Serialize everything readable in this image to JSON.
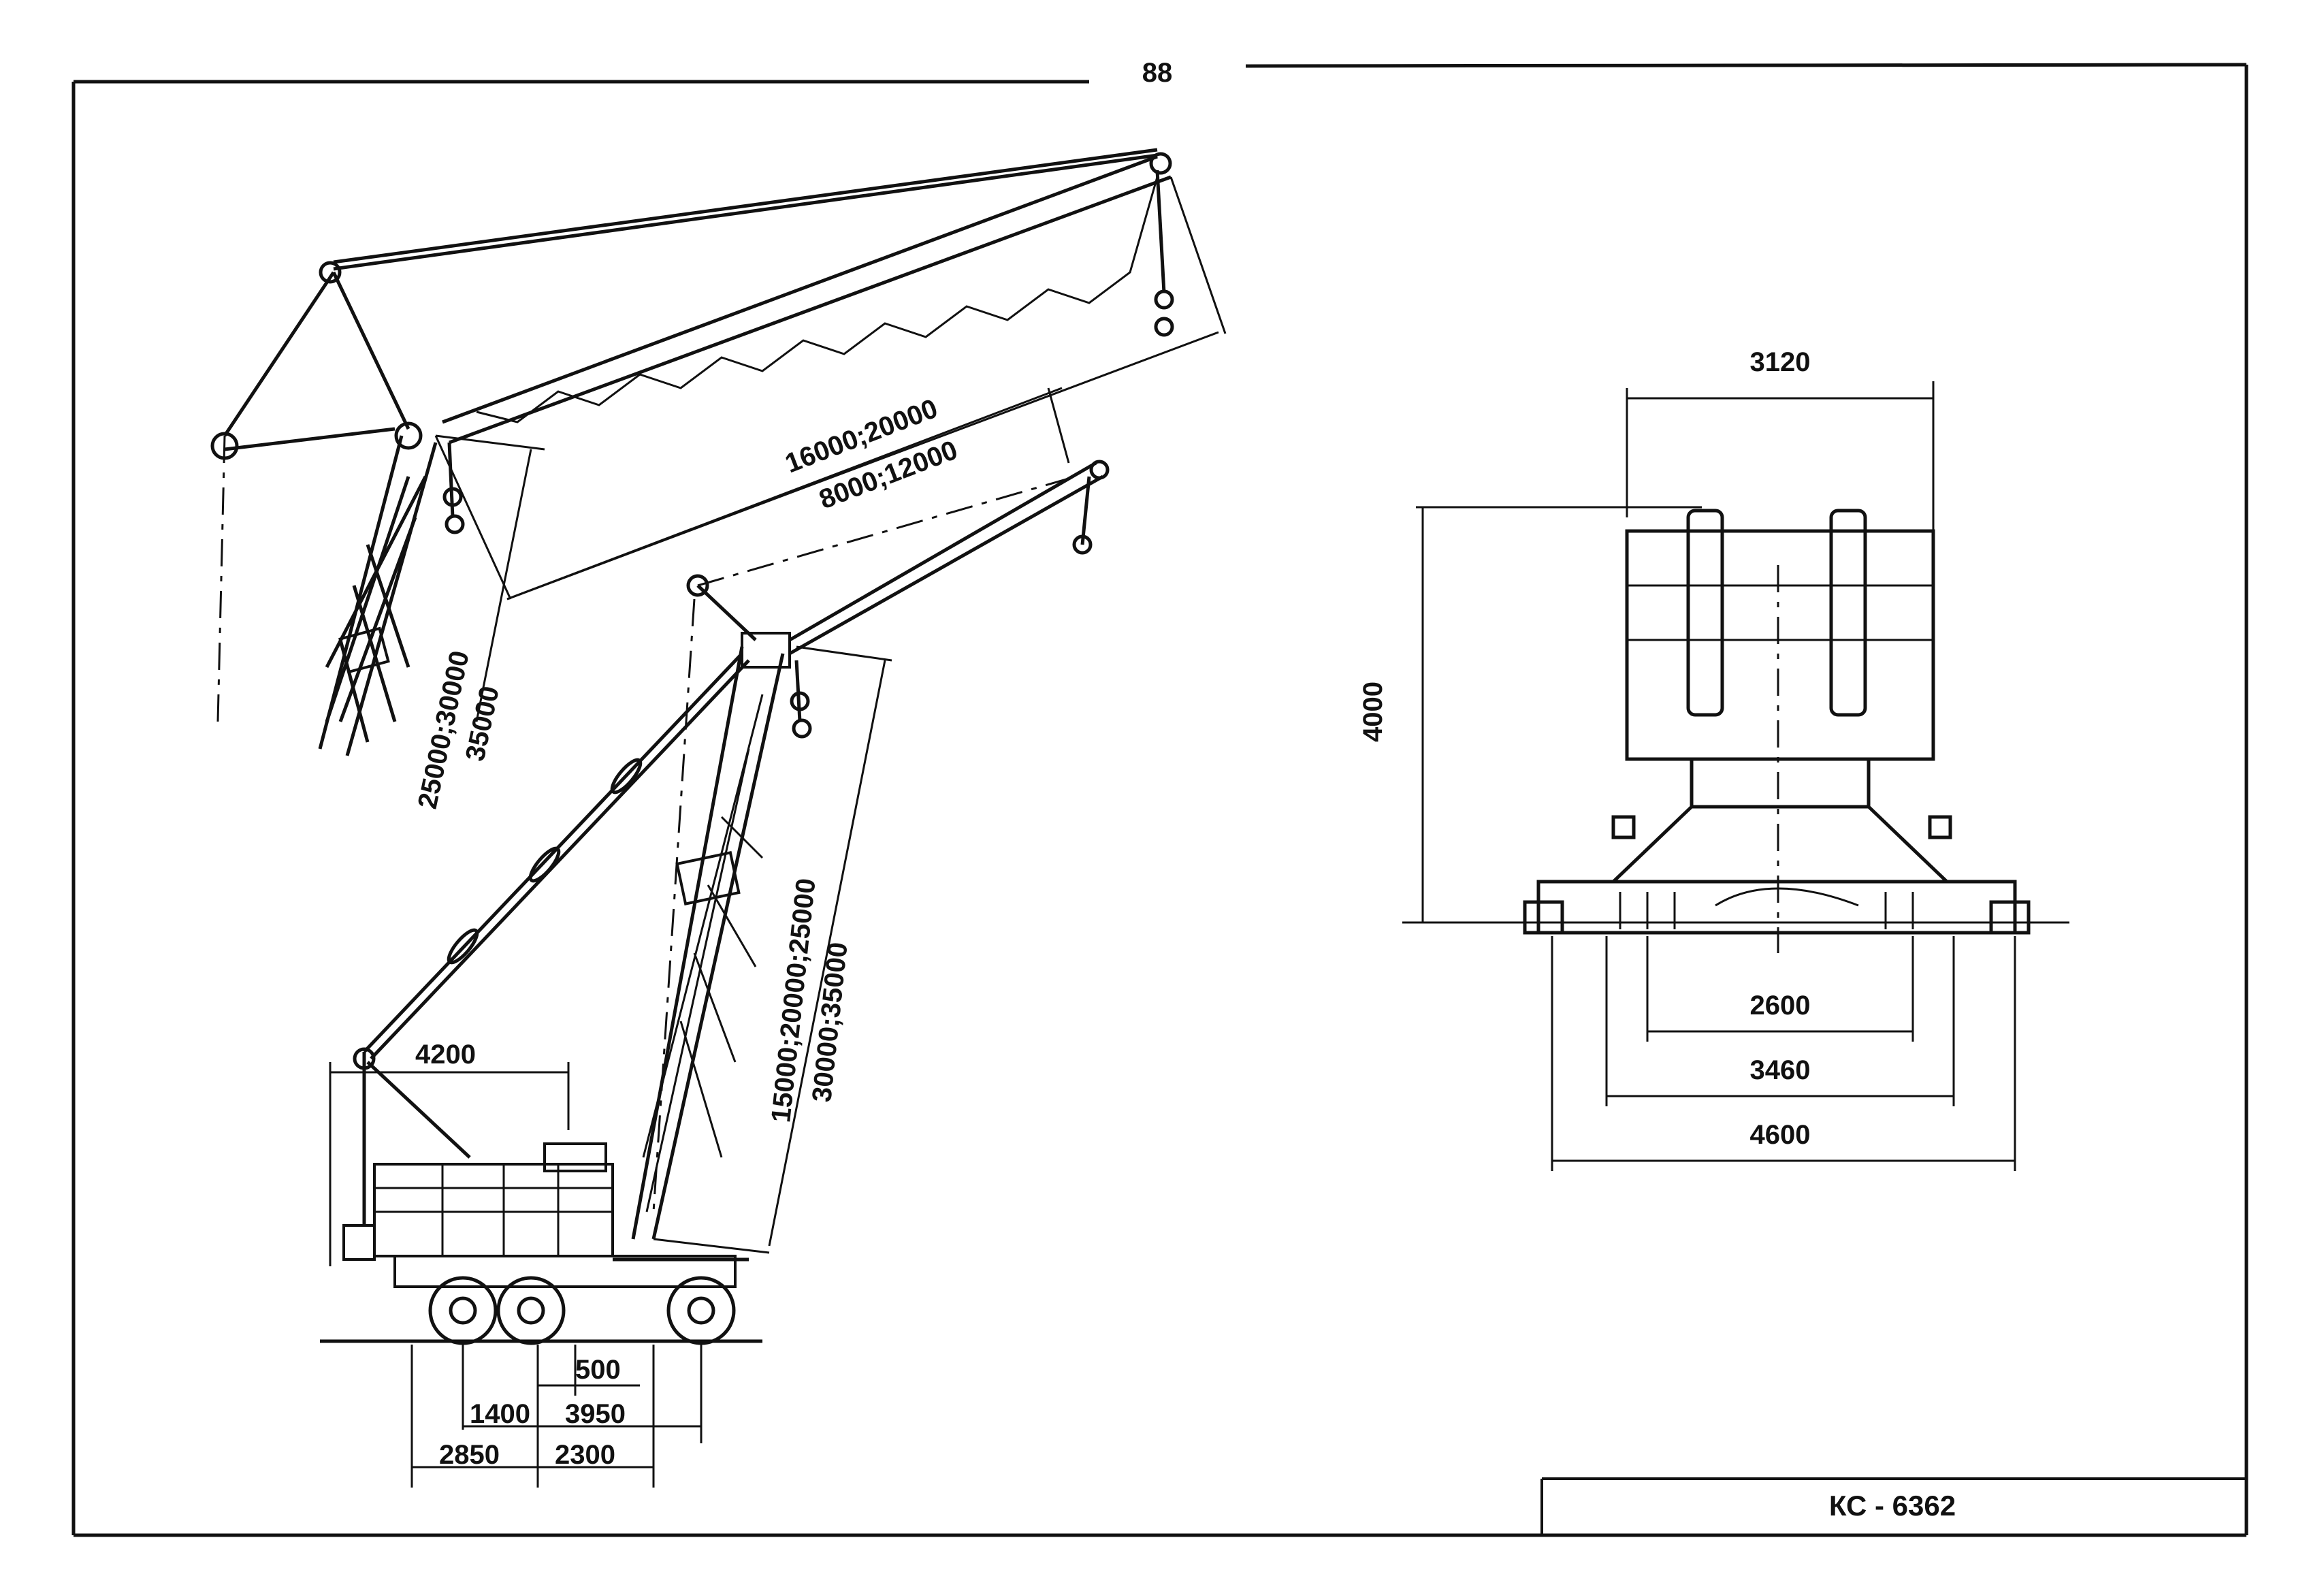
{
  "page_number": "88",
  "model_label": "КС - 6362",
  "crane_side_view": {
    "upper_boom_config": {
      "jib_lengths": "16000;20000",
      "jib_lengths_2": "8000;12000",
      "boom_lengths": "25000;30000",
      "boom_lengths_2": "35000"
    },
    "lower_boom_config": {
      "boom_lengths": "15000;20000;25000",
      "boom_lengths_2": "30000;35000"
    },
    "counterweight_reach": "4200",
    "wheelbase": {
      "d500": "500",
      "d1400": "1400",
      "d3950": "3950",
      "d2850": "2850",
      "d2300": "2300"
    }
  },
  "crane_rear_view": {
    "width_top": "3120",
    "height": "4000",
    "track_2600": "2600",
    "track_3460": "3460",
    "outrigger_4600": "4600"
  }
}
